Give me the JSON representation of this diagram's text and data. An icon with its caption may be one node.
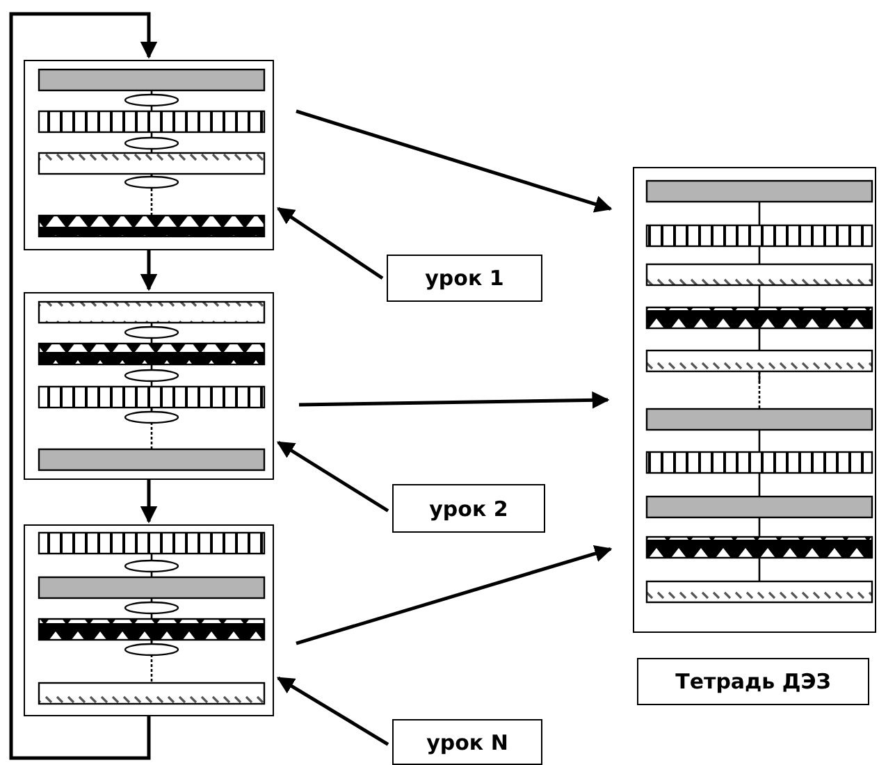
{
  "diagram": {
    "nodes": [
      {
        "text": [],
        "shape": "box"
      },
      {
        "text": [],
        "shape": "box"
      },
      {
        "text": [],
        "shape": "box"
      },
      {
        "text": [],
        "shape": "box"
      },
      {
        "text": [
          "урок 1"
        ]
      },
      {
        "text": [
          "урок 2"
        ]
      },
      {
        "text": [
          "урок N"
        ]
      },
      {
        "text": [
          "Тетрадь ДЭЗ"
        ]
      }
    ],
    "edges": [
      {
        "from": 0,
        "to": 1,
        "arrow": "to"
      },
      {
        "from": 1,
        "to": 2,
        "arrow": "to"
      },
      {
        "from": 2,
        "to": 0,
        "arrow": "to"
      },
      {
        "from": 0,
        "to": 3,
        "arrow": "to"
      },
      {
        "from": 1,
        "to": 3,
        "arrow": "to"
      },
      {
        "from": 2,
        "to": 3,
        "arrow": "to"
      },
      {
        "from": 4,
        "to": 0,
        "arrow": "to"
      },
      {
        "from": 5,
        "to": 1,
        "arrow": "to"
      },
      {
        "from": 6,
        "to": 2,
        "arrow": "to"
      }
    ]
  }
}
